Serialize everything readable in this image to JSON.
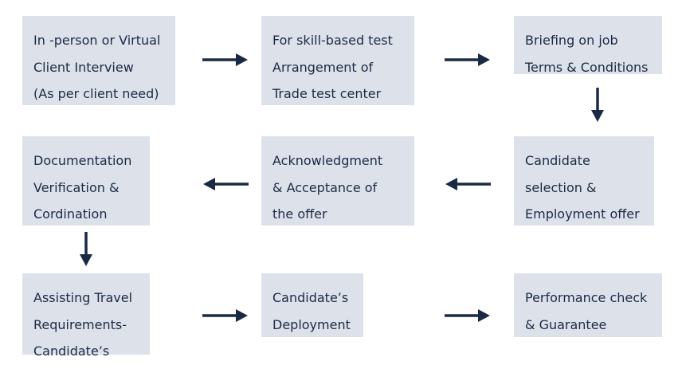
{
  "steps": [
    {
      "lines": [
        "In -person or Virtual",
        "Client Interview",
        "(As per client need)"
      ]
    },
    {
      "lines": [
        "For skill-based test",
        "Arrangement of",
        "Trade test center"
      ]
    },
    {
      "lines": [
        "Briefing on job",
        "Terms & Conditions"
      ]
    },
    {
      "lines": [
        "Candidate",
        "selection &",
        "Employment offer"
      ]
    },
    {
      "lines": [
        "Acknowledgment",
        "& Acceptance of",
        "the offer"
      ]
    },
    {
      "lines": [
        "Documentation",
        "Verification &",
        "Cordination"
      ]
    },
    {
      "lines": [
        "Assisting Travel",
        "Requirements-",
        "Candidate’s"
      ]
    },
    {
      "lines": [
        "Candidate’s",
        "Deployment"
      ]
    },
    {
      "lines": [
        "Performance check",
        "& Guarantee"
      ]
    }
  ],
  "colors": {
    "box_fill": "#dde2ea",
    "text": "#1b2a44",
    "arrow": "#1b2a44"
  }
}
